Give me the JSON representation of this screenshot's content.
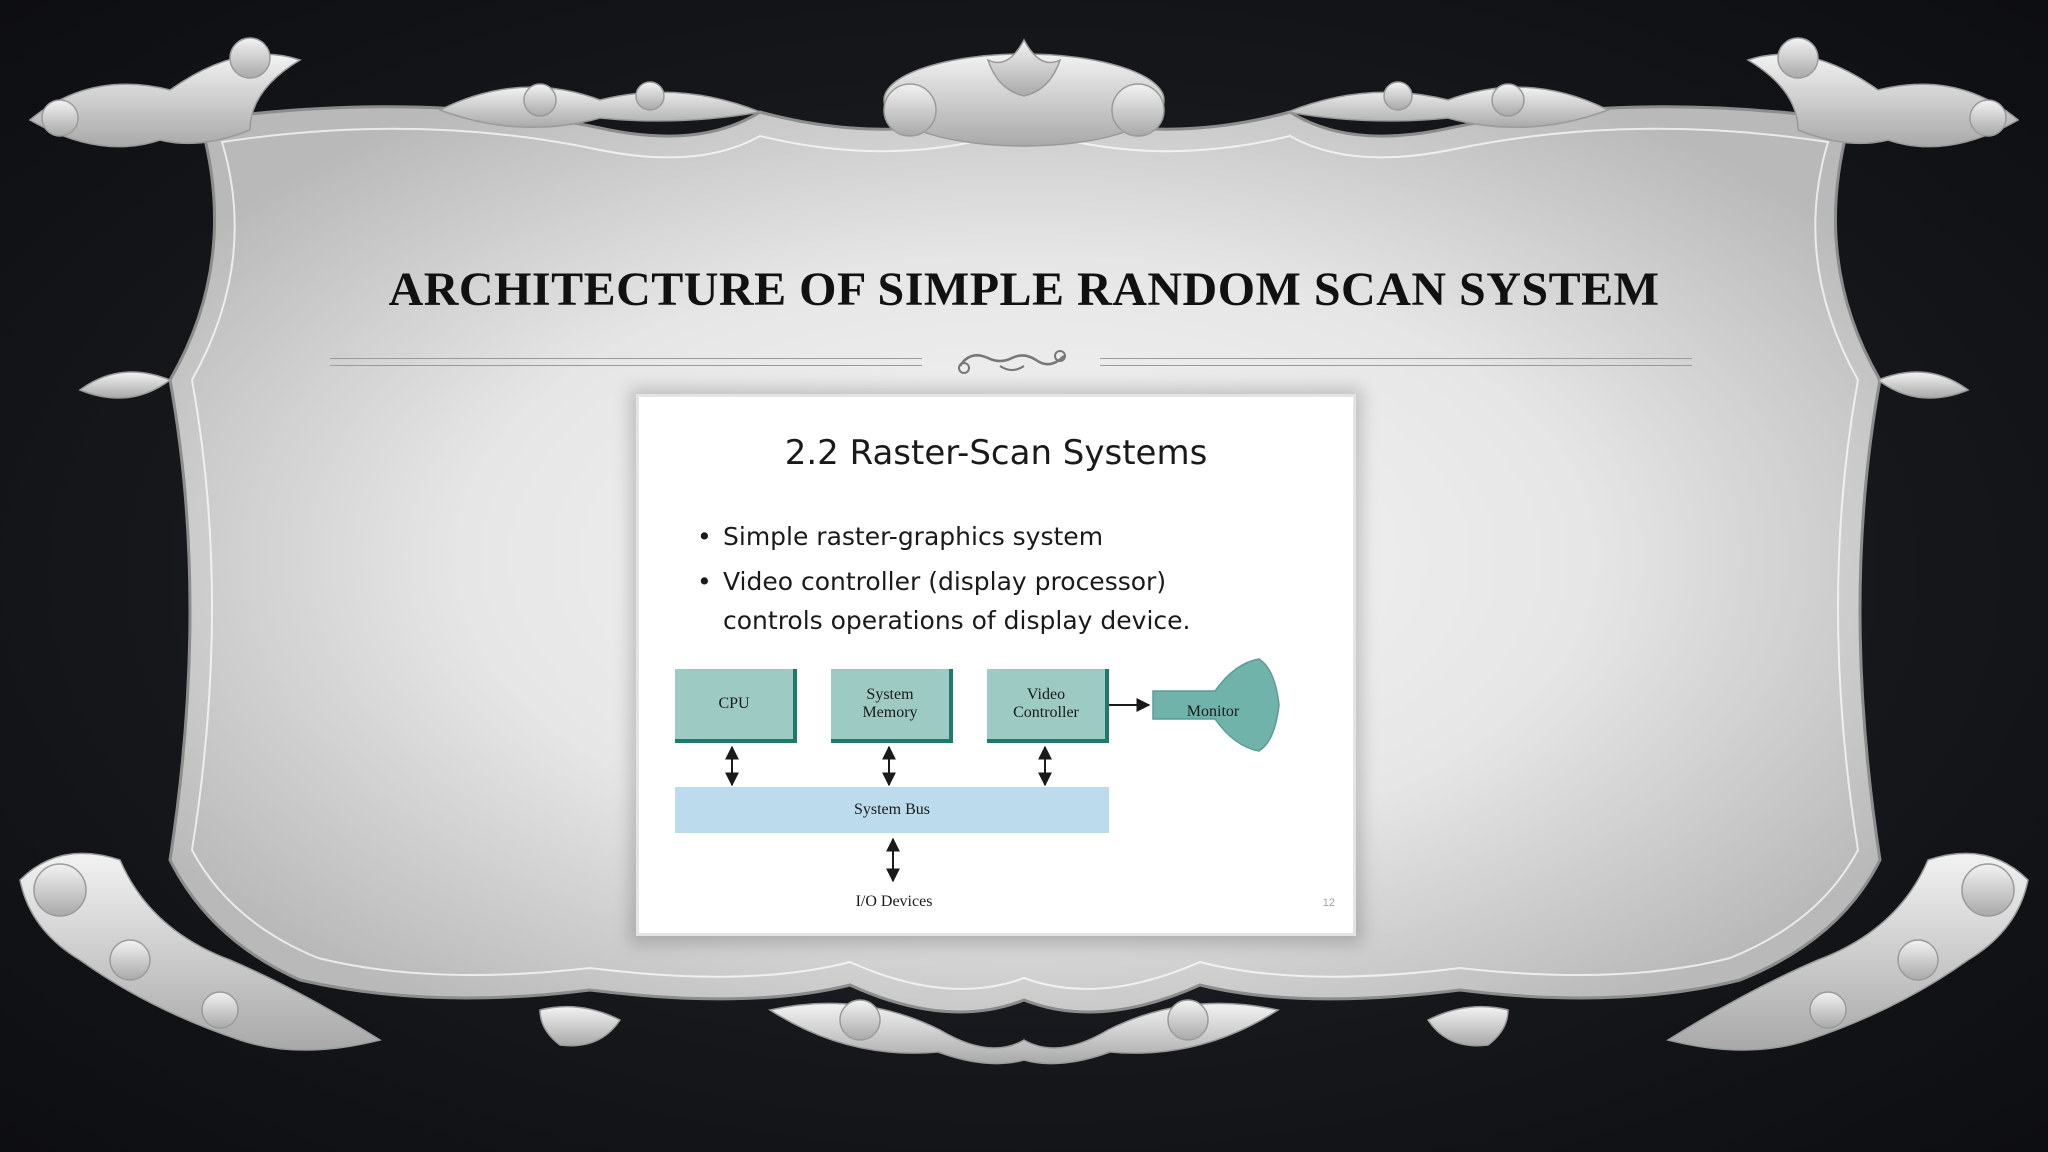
{
  "slide": {
    "title": "ARCHITECTURE OF SIMPLE RANDOM SCAN SYSTEM"
  },
  "picture": {
    "heading": "2.2 Raster-Scan Systems",
    "bullets": [
      "Simple raster-graphics system",
      "Video controller (display processor) controls operations of display device."
    ],
    "diagram": {
      "cpu": "CPU",
      "system_memory": "System\nMemory",
      "video_controller": "Video\nController",
      "monitor": "Monitor",
      "system_bus": "System Bus",
      "io_devices": "I/O Devices"
    },
    "page_number": "12"
  },
  "colors": {
    "background": "#15171b",
    "frame": "#d9d9d9",
    "box_fill": "#9dcbc3",
    "box_edge": "#1f7a6c",
    "bus_fill": "#bcdcee",
    "monitor_fill": "#6fb3aa"
  }
}
